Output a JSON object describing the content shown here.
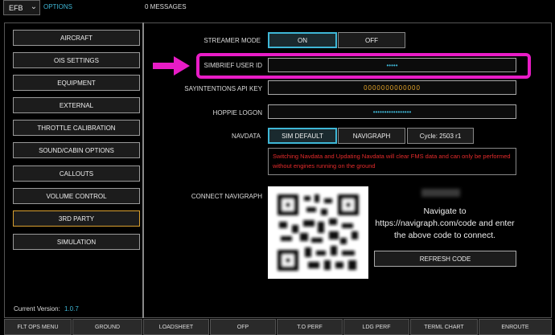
{
  "topbar": {
    "efb_value": "EFB",
    "options_tab": "OPTIONS",
    "messages": "0 MESSAGES"
  },
  "menu": {
    "items": [
      {
        "label": "AIRCRAFT"
      },
      {
        "label": "OIS SETTINGS"
      },
      {
        "label": "EQUIPMENT"
      },
      {
        "label": "EXTERNAL"
      },
      {
        "label": "THROTTLE CALIBRATION"
      },
      {
        "label": "SOUND/CABIN OPTIONS"
      },
      {
        "label": "CALLOUTS"
      },
      {
        "label": "VOLUME CONTROL"
      },
      {
        "label": "3RD PARTY",
        "active": true
      },
      {
        "label": "SIMULATION"
      }
    ]
  },
  "version": {
    "label": "Current Version:",
    "value": "1.0.7"
  },
  "settings": {
    "streamer_mode": {
      "label": "STREAMER MODE",
      "on": "ON",
      "off": "OFF",
      "selected": "ON"
    },
    "simbrief": {
      "label": "SIMBRIEF USER ID",
      "value": "•••••"
    },
    "sayintentions": {
      "label": "SAYINTENTIONS API KEY",
      "value": "0000000000000"
    },
    "hoppie": {
      "label": "HOPPIE LOGON",
      "value": "•••••••••••••••••"
    },
    "navdata": {
      "label": "NAVDATA",
      "sim_default": "SIM DEFAULT",
      "navigraph": "NAVIGRAPH",
      "cycle": "Cycle: 2503 r1",
      "selected": "SIM DEFAULT"
    },
    "warning": "Switching Navdata and Updating Navdata will clear FMS data and can only be performed without engines running on the ground",
    "connect_navigraph": {
      "label": "CONNECT NAVIGRAPH",
      "instructions": "Navigate to https://navigraph.com/code and enter the above code to connect.",
      "refresh": "REFRESH CODE"
    }
  },
  "bottom_bar": [
    "FLT OPS MENU",
    "GROUND",
    "LOADSHEET",
    "OFP",
    "T.O PERF",
    "LDG PERF",
    "TERML CHART",
    "ENROUTE"
  ],
  "colors": {
    "accent": "#3fb7d6",
    "highlight": "#e81cc6",
    "active_border": "#d9a030",
    "warning": "#e52b2b",
    "api_key": "#e7a62a"
  }
}
